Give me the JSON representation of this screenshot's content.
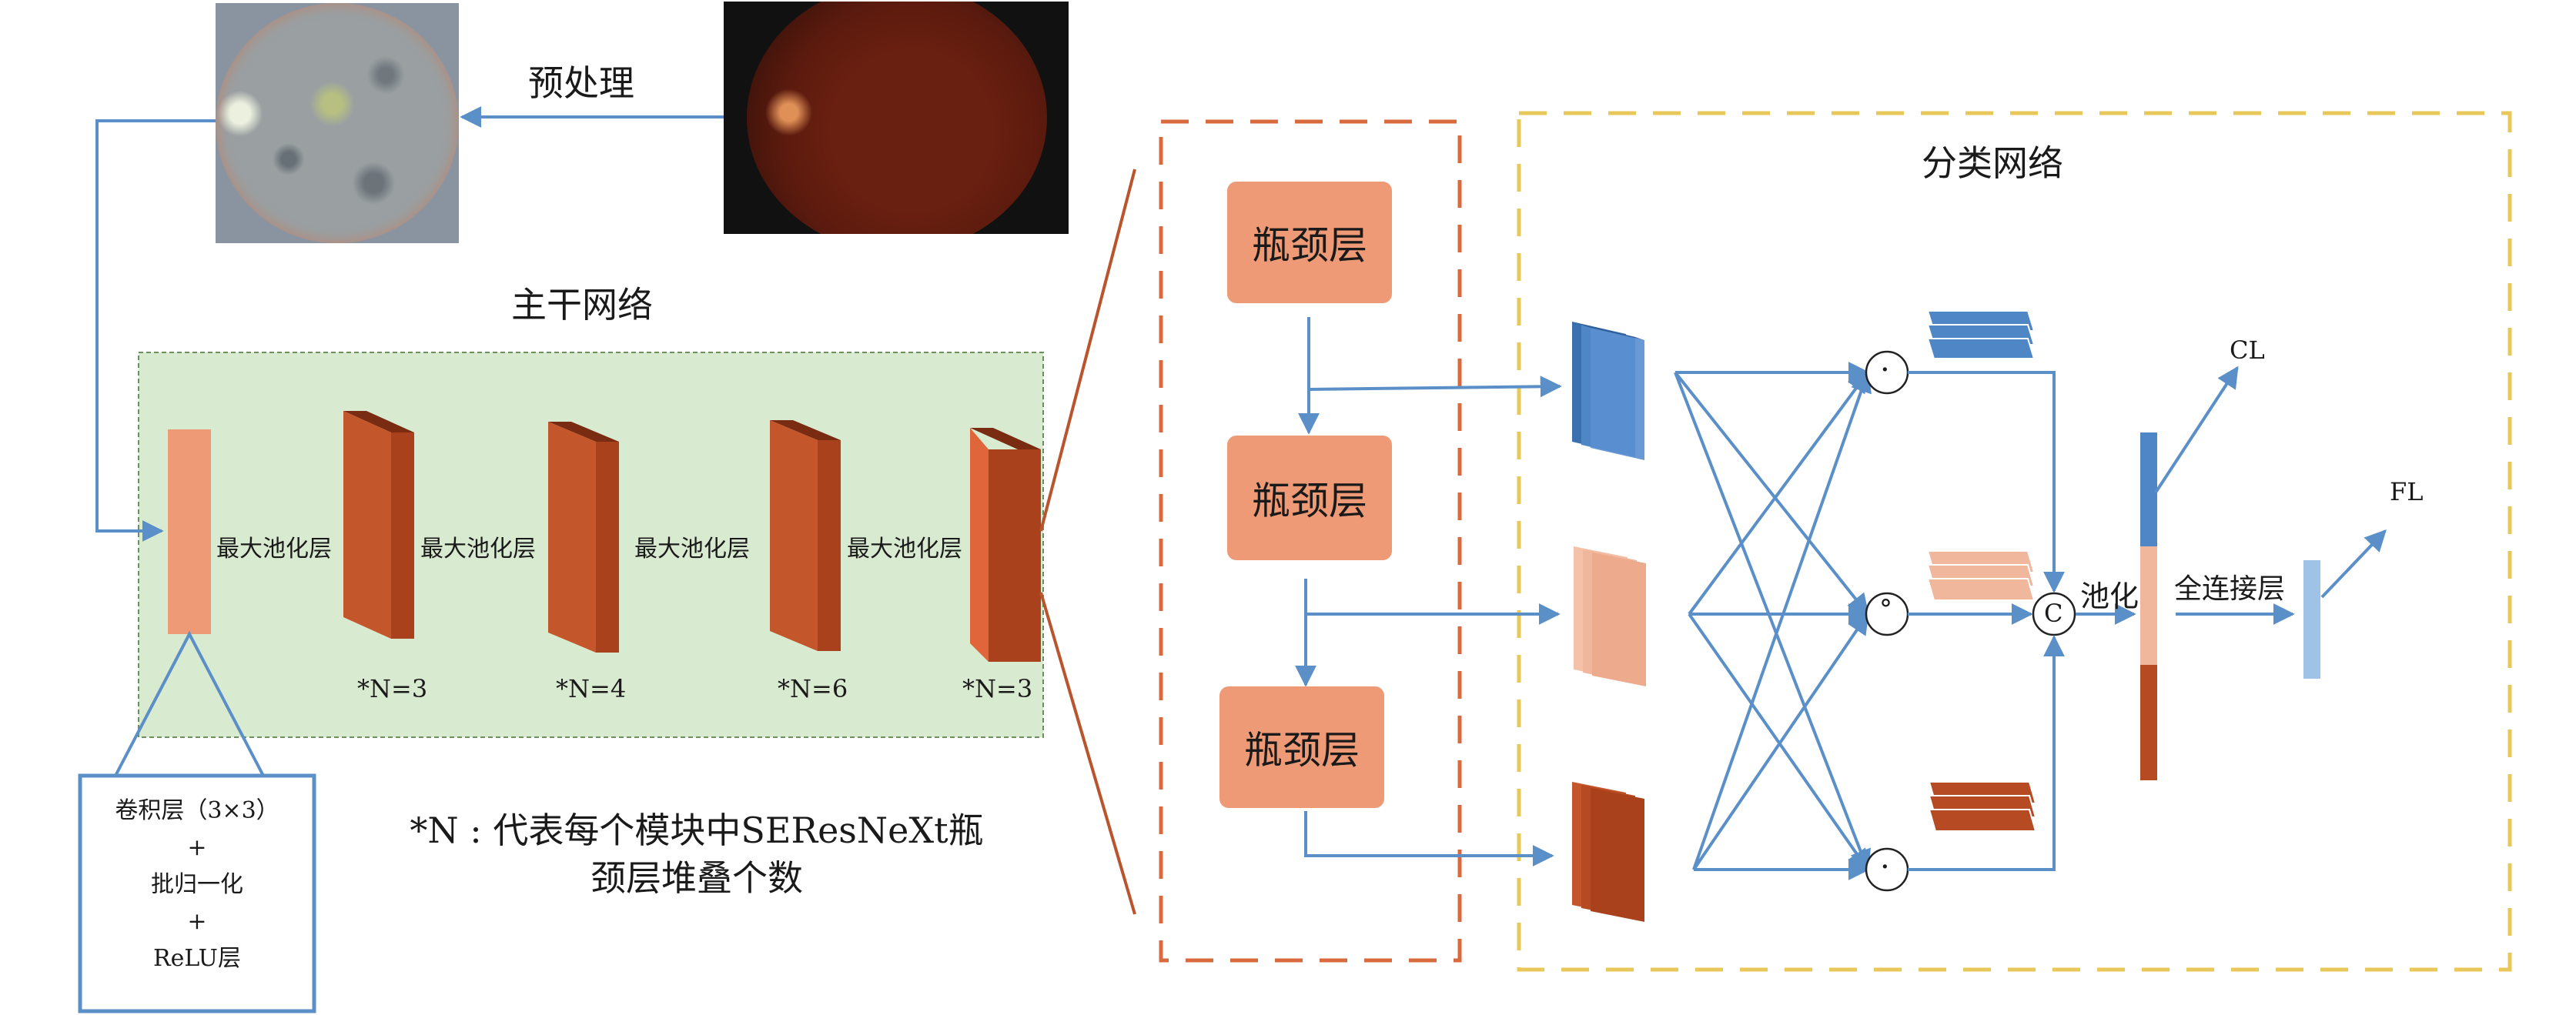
{
  "preprocess_label": "预处理",
  "backbone": {
    "title": "主干网络",
    "pool_labels": [
      "最大池化层",
      "最大池化层",
      "最大池化层",
      "最大池化层"
    ],
    "block_counts": [
      "*N=3",
      "*N=4",
      "*N=6",
      "*N=3"
    ]
  },
  "stem_box": {
    "line1": "卷积层（3×3）",
    "plus1": "+",
    "line2": "批归一化",
    "plus2": "+",
    "line3": "ReLU层"
  },
  "note": {
    "line1": "*N : 代表每个模块中SEResNeXt瓶",
    "line2": "颈层堆叠个数"
  },
  "bottleneck_label": "瓶颈层",
  "classifier": {
    "title": "分类网络",
    "op_dot": "·",
    "op_ring": "°",
    "op_concat": "C",
    "pool_label": "池化",
    "fc_label": "全连接层",
    "out_cl": "CL",
    "out_fl": "FL"
  },
  "colors": {
    "arrow": "#5b8fc8",
    "backbone_bg": "#d8ead0",
    "block_orange": "#be4f27",
    "block_light": "#ef9a76",
    "bottleneck_fill": "#ef9a76",
    "dashed_orange": "#d96a3e",
    "dashed_yellow": "#e8c85a",
    "feature_blue": "#4f86c6",
    "feature_peach": "#f1b79c",
    "feature_rust": "#b64a23",
    "fc_light_blue": "#9ec3e6"
  }
}
